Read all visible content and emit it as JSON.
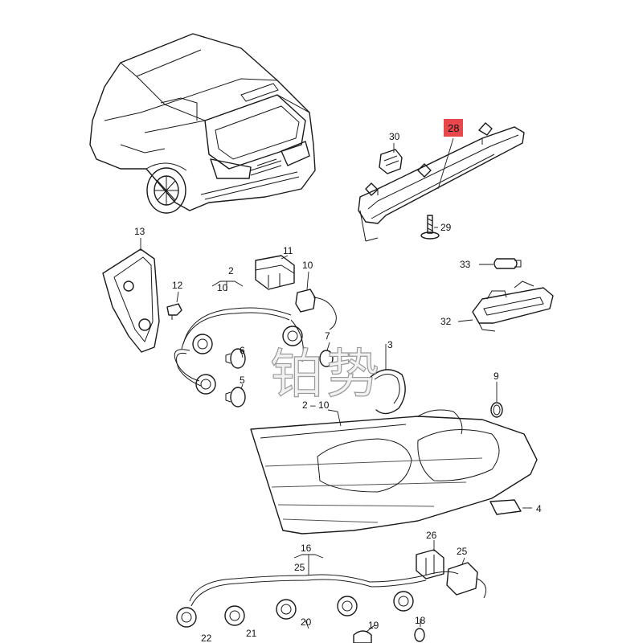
{
  "labels": {
    "p30": "30",
    "p28": "28",
    "p29": "29",
    "p33": "33",
    "p32": "32",
    "p13": "13",
    "p12": "12",
    "p11": "11",
    "p10": "10",
    "p2": "2",
    "p2_10": "10",
    "p6": "6",
    "p5": "5",
    "p7": "7",
    "p3": "3",
    "p2dash10": "2 – 10",
    "p9": "9",
    "p4": "4",
    "p16": "16",
    "p16_25": "25",
    "p26": "26",
    "p25": "25",
    "p22": "22",
    "p21": "21",
    "p20": "20",
    "p19": "19",
    "p18": "18"
  },
  "highlight": {
    "part": "28",
    "color": "#e8474c"
  },
  "watermark": {
    "text": "铂势"
  }
}
